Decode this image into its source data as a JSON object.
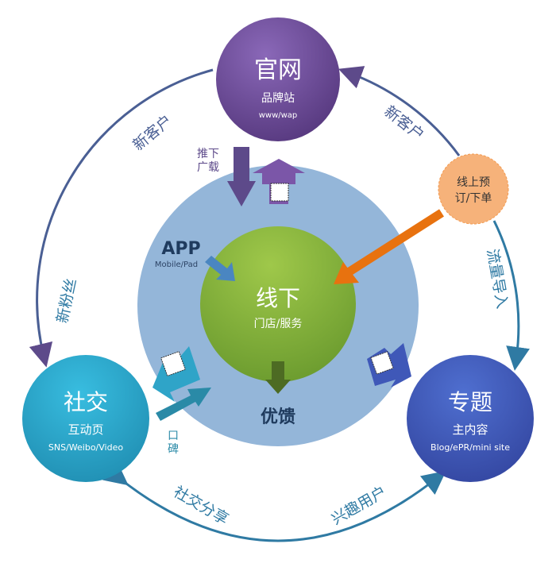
{
  "nodes": {
    "top": {
      "title": "官网",
      "subtitle": "品牌站",
      "detail": "www/wap",
      "color": "#6a4b97"
    },
    "center": {
      "title": "线下",
      "subtitle": "门店/服务",
      "color": "#8bb43c"
    },
    "left": {
      "title": "社交",
      "subtitle": "互动页",
      "detail": "SNS/Weibo/Video",
      "color": "#2aa7c9"
    },
    "right": {
      "title": "专题",
      "subtitle": "主内容",
      "detail": "Blog/ePR/mini site",
      "color": "#3f58b8"
    },
    "online": {
      "line1": "线上预",
      "line2": "订/下单",
      "color": "#f6b27a"
    }
  },
  "inner": {
    "app": "APP",
    "app_sub": "Mobile/Pad",
    "push_1": "推下",
    "push_2": "广载",
    "coupon": "优馈",
    "word_of_mouth_1": "口",
    "word_of_mouth_2": "碑"
  },
  "flows": {
    "top_left": "新客户",
    "left_side": "新粉丝",
    "top_right": "新客户",
    "right_side": "流量导入",
    "bottom_left": "社交分享",
    "bottom_right": "兴趣用户"
  },
  "colors": {
    "ring": "#2f7aa3",
    "inner": "#94b6d9",
    "orange_arrow": "#e8720f"
  }
}
